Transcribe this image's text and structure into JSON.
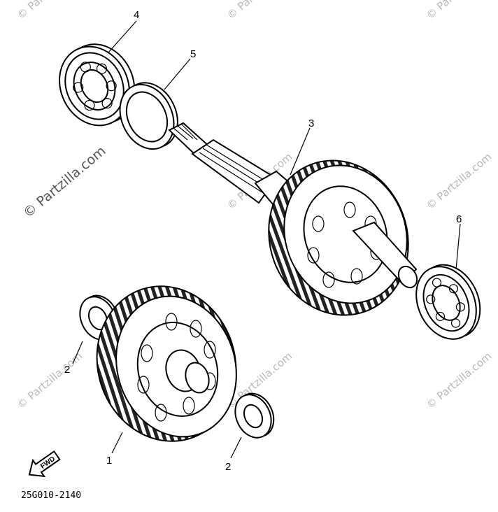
{
  "diagram": {
    "callouts": {
      "p1": "1",
      "p2a": "2",
      "p2b": "2",
      "p3": "3",
      "p4": "4",
      "p5": "5",
      "p6": "6"
    },
    "fwd_label": "FWD",
    "part_code": "25G010-2140",
    "watermark": "© Partzilla.com"
  }
}
